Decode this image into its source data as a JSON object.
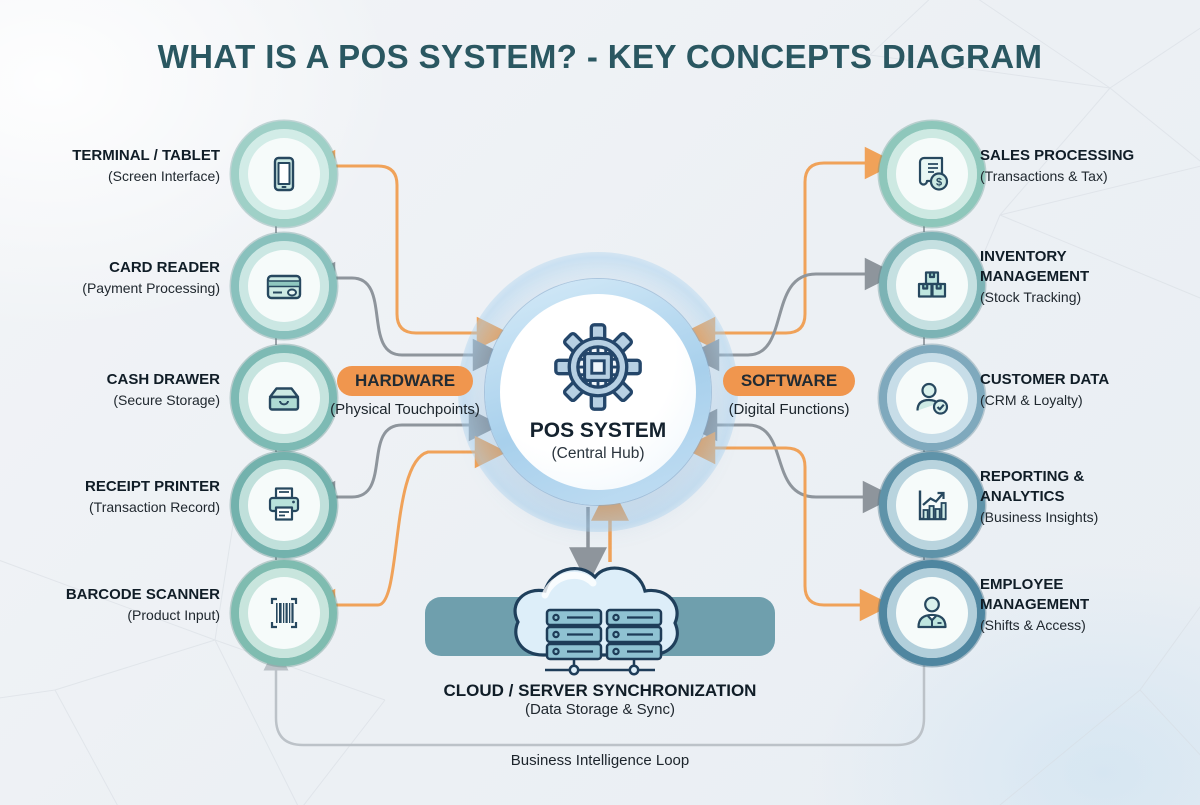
{
  "title": "WHAT IS A POS SYSTEM? - KEY CONCEPTS DIAGRAM",
  "center": {
    "title": "POS SYSTEM",
    "subtitle": "(Central Hub)",
    "icon": "gear-chip-icon"
  },
  "hardware": {
    "badge": "HARDWARE",
    "caption": "(Physical Touchpoints)",
    "items": [
      {
        "title": "TERMINAL / TABLET",
        "subtitle": "(Screen Interface)",
        "icon": "tablet-icon"
      },
      {
        "title": "CARD READER",
        "subtitle": "(Payment Processing)",
        "icon": "credit-card-icon"
      },
      {
        "title": "CASH DRAWER",
        "subtitle": "(Secure Storage)",
        "icon": "cash-drawer-icon"
      },
      {
        "title": "RECEIPT PRINTER",
        "subtitle": "(Transaction Record)",
        "icon": "printer-icon"
      },
      {
        "title": "BARCODE SCANNER",
        "subtitle": "(Product Input)",
        "icon": "barcode-icon"
      }
    ]
  },
  "software": {
    "badge": "SOFTWARE",
    "caption": "(Digital Functions)",
    "items": [
      {
        "title": "SALES PROCESSING",
        "subtitle": "(Transactions & Tax)",
        "icon": "receipt-dollar-icon"
      },
      {
        "title": "INVENTORY\nMANAGEMENT",
        "subtitle": "(Stock Tracking)",
        "icon": "boxes-icon"
      },
      {
        "title": "CUSTOMER DATA",
        "subtitle": "(CRM & Loyalty)",
        "icon": "user-check-icon"
      },
      {
        "title": "REPORTING &\nANALYTICS",
        "subtitle": "(Business Insights)",
        "icon": "bar-chart-icon"
      },
      {
        "title": "EMPLOYEE\nMANAGEMENT",
        "subtitle": "(Shifts & Access)",
        "icon": "employee-icon"
      }
    ]
  },
  "cloud": {
    "title": "CLOUD / SERVER SYNCHRONIZATION",
    "subtitle": "(Data Storage & Sync)",
    "icon": "cloud-servers-icon"
  },
  "loop_label": "Business Intelligence Loop",
  "colors": {
    "title_teal": "#2a5761",
    "badge_orange": "#f0964e",
    "arrow_orange": "#f0a259",
    "arrow_gray": "#8e959c",
    "loop_gray": "#bcc2c8",
    "hub_ring_blue": "#a8d0ec",
    "cloud_band_teal": "#6f9fad",
    "icon_outline_navy": "#27485f",
    "hardware_rings": [
      "#9fd0c7",
      "#89c1bd",
      "#7dbab4",
      "#73b2ad",
      "#7fbcb0"
    ],
    "software_rings": [
      "#8ec7bb",
      "#7cb3b5",
      "#7fa9bd",
      "#5f93a9",
      "#4f86a0"
    ]
  }
}
